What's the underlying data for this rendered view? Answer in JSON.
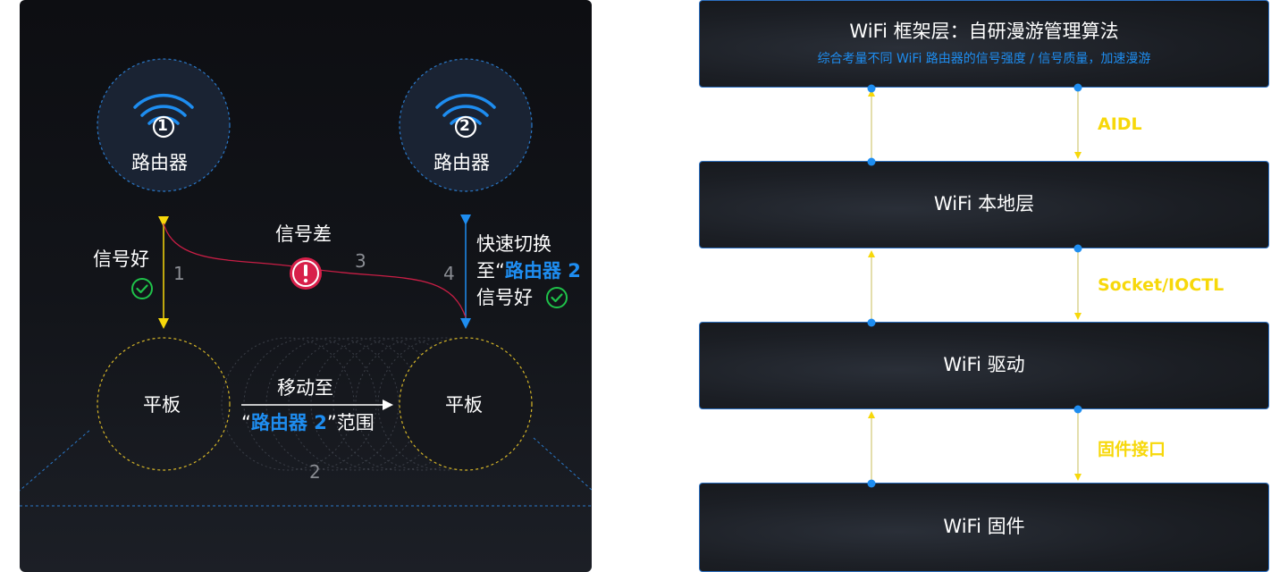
{
  "left": {
    "router1": {
      "number": "1",
      "label": "路由器"
    },
    "router2": {
      "number": "2",
      "label": "路由器"
    },
    "signal_good_left": "信号好",
    "signal_bad": "信号差",
    "step1": "1",
    "step2": "2",
    "step3": "3",
    "step4": "4",
    "switch_line1": "快速切换",
    "switch_line2_prefix": "至“",
    "switch_line2_highlight": "路由器 2",
    "switch_line3": "信号好",
    "tablet_left": "平板",
    "tablet_right": "平板",
    "move_line1": "移动至",
    "move_open_quote": "“",
    "move_highlight": "路由器 2",
    "move_close": "”范围"
  },
  "right": {
    "layers": [
      {
        "title": "WiFi 框架层：自研漫游管理算法",
        "subtitle": "综合考量不同 WiFi 路由器的信号强度 / 信号质量，加速漫游"
      },
      {
        "title": "WiFi 本地层"
      },
      {
        "title": "WiFi 驱动"
      },
      {
        "title": "WiFi 固件"
      }
    ],
    "interfaces": [
      "AIDL",
      "Socket/IOCTL",
      "固件接口"
    ]
  },
  "colors": {
    "accent_blue": "#1e8df0",
    "accent_yellow": "#f7d80a",
    "alert_red": "#d8204a",
    "check_green": "#1fc24a"
  }
}
